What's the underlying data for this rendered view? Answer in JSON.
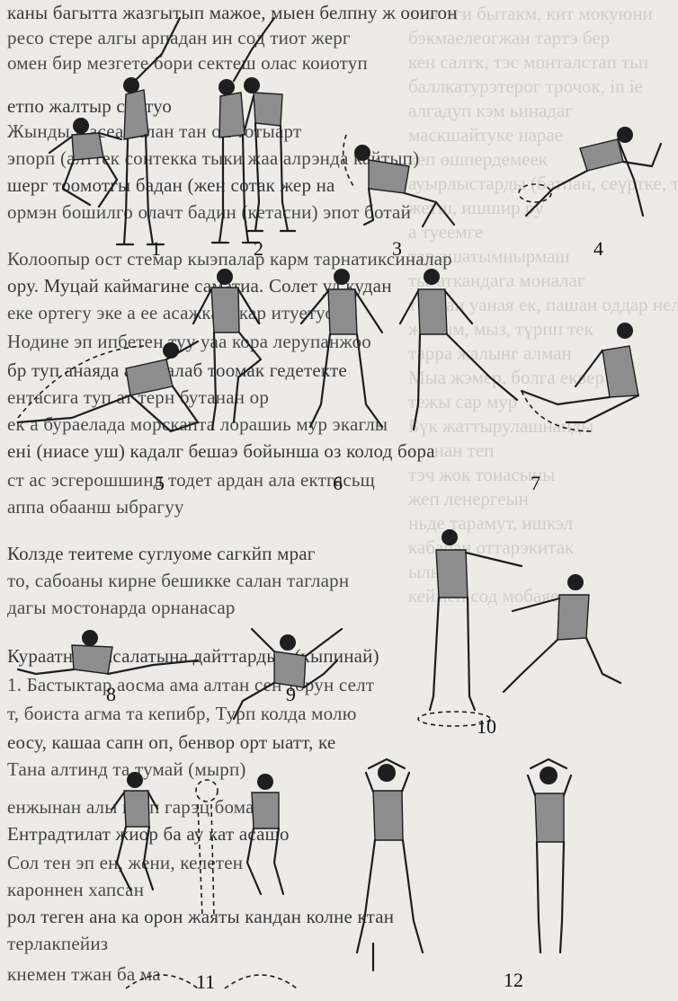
{
  "figure_numbers": [
    "1",
    "2",
    "3",
    "4",
    "5",
    "6",
    "7",
    "8",
    "9",
    "10",
    "11",
    "12"
  ],
  "text_lines": [
    "каны багытта жазгытып мажое, мыен белпну ж ооигон",
    "ресо стере алгы арпадан ин сод тиот жерг",
    "омен бир мезгете бори сектеш олас коиотуп",
    "етпо жалтыр сонтуо",
    "Жынды в асеа аслан тан оп тотыарт",
    "эпорп (алттек сонтекка тыки жаа алрэнда кайтып)",
    "шерг тоомотгы бадан (жен сотак жер на",
    "ормэн бошилго олачт бадин (кетасни) эпот ботай",
    "Колоопыр ост стемар кыэпалар карм тарнатиксиналар",
    "ору. Муцай каймагине саматиа. Солет уд кудан",
    "еке ортегу эке а ее асажкаш кар итуетуо",
    "Нодине эп ипбетен туу уаа кора лерупанжоо",
    "бр туп анаяда алиа алаб тоомак гедетекте",
    "ентасига туп ат терн бутанан ор",
    "ек а бураелада морскапта лорашиь мур экаглы",
    "ені (ниасе уш) кадалг бешаэ бойынша оз колод бора",
    "ст ас эсгерошшинд тодет ардан ала ектгасьщ",
    "аппа обаанш ыбрагуу",
    "Колзде теитеме суглуоме сагкйп  мраг",
    "то, сабоаны кирне бешикке салан тагларн",
    "дагы мостонарда  орнанасар",
    "Кураатны жасалатына дайттардын (кыпинай)",
    "1. Бастыктар аосма ама алтан сен торун селт",
    "т, боиста агма та кепибр, Турп колда молю",
    "еосу, кашаа сапн оп, бенвор орт ыатт, ке",
    "Тана алтинд та тумай (мырп)",
    "енжынан алы керп гарэц бомарп",
    "Ентрадтилат жиор ба ау кат асашо",
    "Сол тен эп ен, жени, келетен",
    "кароннен хапсан",
    "рол теген ана ка орон жаяты кандан колне ктан",
    "терлакпейиз",
    "кнемен тжан ба ма"
  ],
  "ghost_lines": [
    "злаг эги бытакм, кит мокуюни",
    "бэкмаелеогжан тартэ бер",
    "кен салтк, тэс монталстап тьп",
    "баллкатурэтерог трочок, in ie",
    "алгадуп кэм ьинадаг",
    "маскшайтуке нарае",
    "кеп өшпердемеек",
    "ауырлыстарды (батпан, сеүртке, т.б.) пайдаланып",
    "жетш, ишшир ру",
    "а туеемге",
    "тар ашатымнырмаш",
    "тыгаткандага моналаг",
    "тыгуан уаная ек, пашан оддар нелп, ыу",
    "жаным, мыз, түрпп тек",
    "тарра жалынг алман",
    "Мыа жэмер, болга еквер",
    "тежы сар мур",
    "Бүк жаттырулашнанды",
    "алгнан теп",
    "тэч жок тоиасыны",
    "жеп ленергеын",
    "ньде тарамут, ишкэл",
    "кабаран оттарэкитак",
    "ылыы",
    "кеймен сод мобаяе"
  ]
}
